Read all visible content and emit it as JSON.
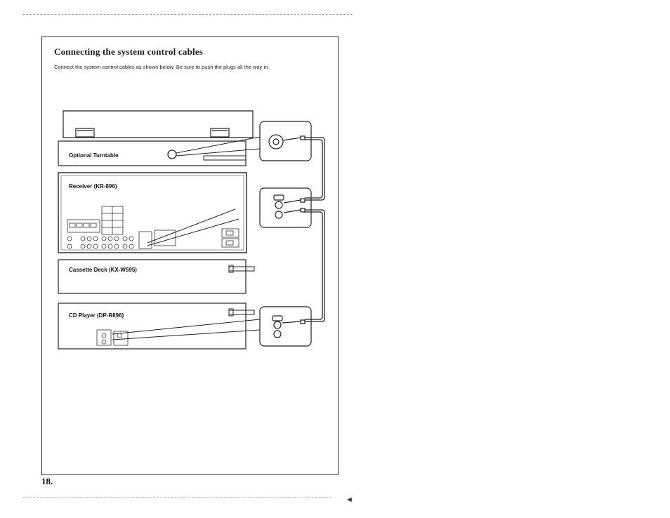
{
  "page": {
    "heading": "Connecting the system control cables",
    "instruction": "Connect the system control cables as shown below. Be sure to push the plugs all the way in.",
    "page_number": "18."
  },
  "diagram": {
    "turntable_label": "Optional Turntable",
    "receiver_label": "Receiver (KR-896)",
    "cassette_label": "Cassette Deck (KX-W595)",
    "cd_label": "CD Player (DP-R896)"
  },
  "colors": {
    "line": "#222222",
    "frame": "#333333"
  }
}
